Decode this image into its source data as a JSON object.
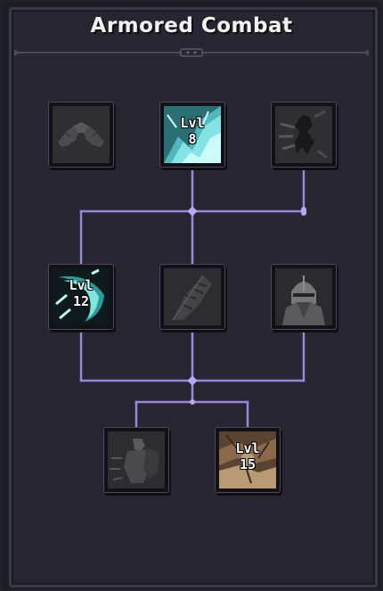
{
  "panel": {
    "title": "Armored Combat"
  },
  "colors": {
    "connector": "#9b85e0",
    "unlocked_ice": "#6fd6d8",
    "unlocked_bronze": "#b89a74",
    "locked": "#4a4a4e"
  },
  "skills": [
    {
      "id": "fist-bump",
      "icon": "fist-bump-icon",
      "unlocked": false,
      "level_label": "",
      "level_value": ""
    },
    {
      "id": "ice-shard",
      "icon": "ice-shard-icon",
      "unlocked": true,
      "level_label": "Lvl",
      "level_value": "8"
    },
    {
      "id": "shadow-dash",
      "icon": "shadow-dash-icon",
      "unlocked": false,
      "level_label": "",
      "level_value": ""
    },
    {
      "id": "frost-slash",
      "icon": "frost-slash-icon",
      "unlocked": true,
      "level_label": "Lvl",
      "level_value": "12"
    },
    {
      "id": "leaf-armor",
      "icon": "leaf-armor-icon",
      "unlocked": false,
      "level_label": "",
      "level_value": ""
    },
    {
      "id": "knight-helm",
      "icon": "knight-helm-icon",
      "unlocked": false,
      "level_label": "",
      "level_value": ""
    },
    {
      "id": "shield-charge",
      "icon": "shield-charge-icon",
      "unlocked": false,
      "level_label": "",
      "level_value": ""
    },
    {
      "id": "earth-impact",
      "icon": "earth-impact-icon",
      "unlocked": true,
      "level_label": "Lvl",
      "level_value": "15"
    }
  ]
}
